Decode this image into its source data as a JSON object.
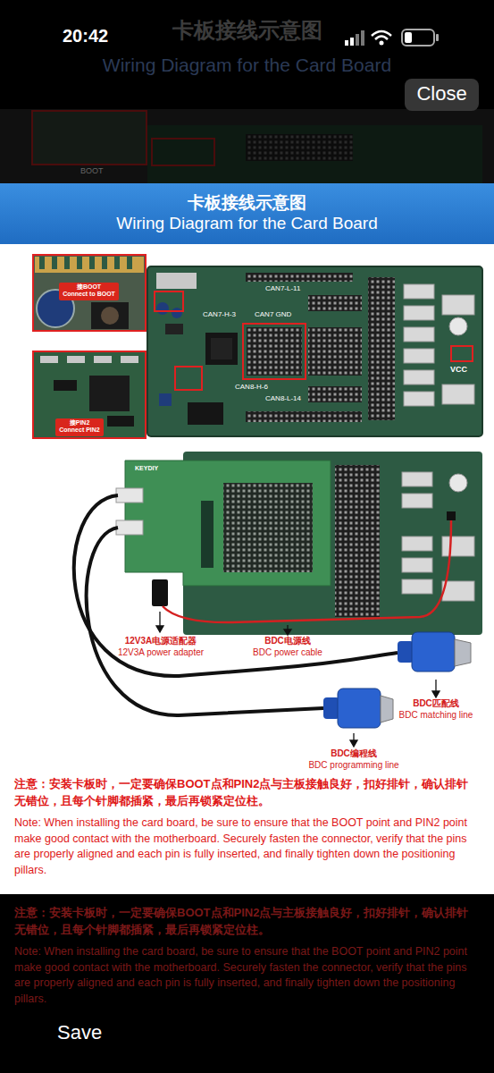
{
  "diagram": {
    "nodes": [
      {
        "text": [
          "Close"
        ]
      },
      {
        "text": [
          "卡板接线示意图",
          "Wiring Diagram for the Card Board"
        ]
      },
      {
        "text": [
          "接BOOT",
          "Connect to BOOT"
        ]
      },
      {
        "text": [
          "接PIN2",
          "Connect PIN2"
        ]
      }
    ],
    "labels": [
      "20:42",
      "卡板接线示意图",
      "Wiring Diagram for the Card Board",
      "BOOT",
      "CAN7-L-11",
      "CAN7-H-3",
      "CAN7 GND",
      "CAN8-H-6",
      "CAN8-L-14",
      "VCC",
      "KEYDIY",
      "12V3A电源适配器",
      "12V3A power adapter",
      "BDC电源线",
      "BDC power cable",
      "BDC匹配线",
      "BDC matching line",
      "BDC编程线",
      "BDC programming line",
      "注意：安装卡板时，一定要确保BOOT点和PIN2点与主板接触良好，扣好排针，确认排针无错位，且每个针脚都插紧，最后再锁紧定位柱。",
      "Note: When installing the card board, be sure to ensure that the BOOT point and PIN2 point make good contact with the motherboard. Securely fasten the connector, verify that the pins are properly aligned and each pin is fully inserted, and finally tighten down the positioning pillars.",
      "注意：安装卡板时，一定要确保BOOT点和PIN2点与主板接触良好，扣好排针，确认排针无错位，且每个针脚都插紧，最后再锁紧定位柱。",
      "Note: When installing the card board, be sure to ensure that the BOOT point and PIN2 point make good contact with the motherboard. Securely fasten the connector, verify that the pins are properly aligned and each pin is fully inserted, and finally tighten down the positioning pillars.",
      "Save"
    ]
  }
}
